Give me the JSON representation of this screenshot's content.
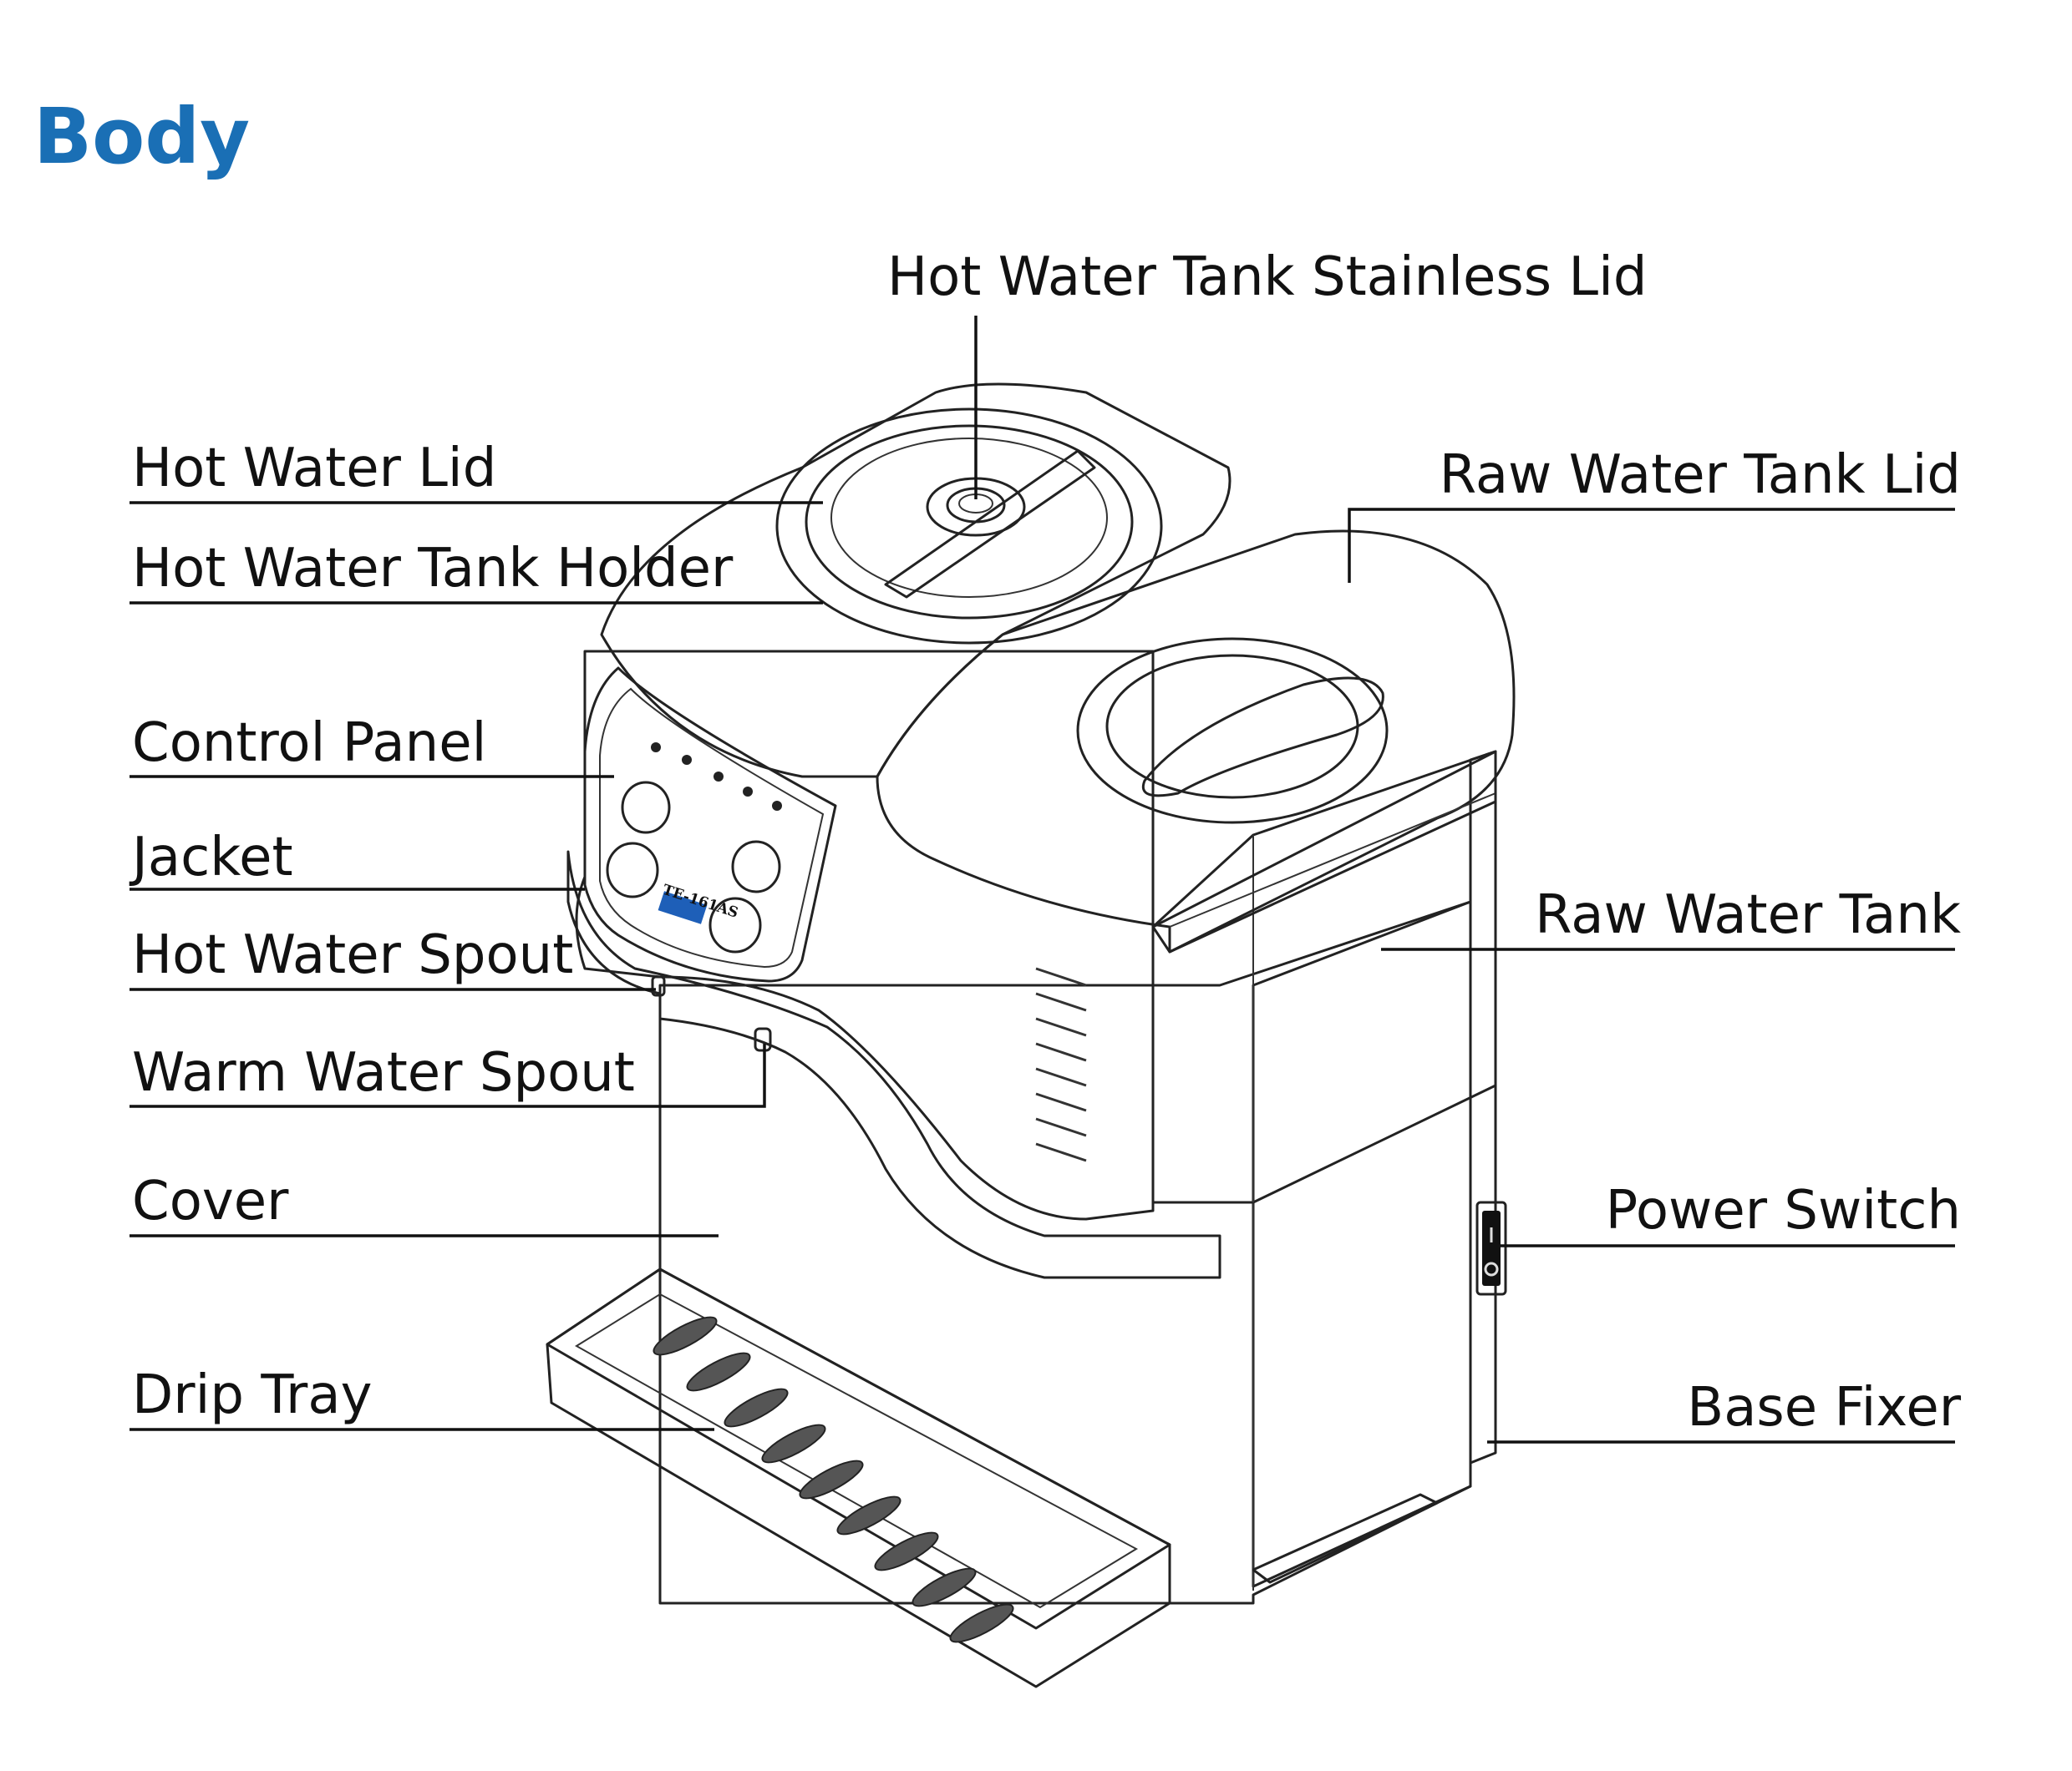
{
  "title": "Body",
  "labels": {
    "hot_water_tank_stainless_lid": "Hot Water Tank Stainless Lid",
    "hot_water_lid": "Hot Water Lid",
    "hot_water_tank_holder": "Hot Water Tank Holder",
    "raw_water_tank_lid": "Raw Water Tank Lid",
    "control_panel": "Control Panel",
    "jacket": "Jacket",
    "hot_water_spout": "Hot Water Spout",
    "warm_water_spout": "Warm Water Spout",
    "raw_water_tank": "Raw Water Tank",
    "cover": "Cover",
    "power_switch": "Power Switch",
    "drip_tray": "Drip Tray",
    "base_fixer": "Base Fixer"
  },
  "panel": {
    "model": "TE-161AS"
  },
  "colors": {
    "title": "#1a6fb5",
    "hot_button": "#e8541e",
    "warm_button": "#1e5fb8",
    "neutral_button": "#e8ecf4",
    "body_light": "#f4f4f4",
    "body_mid": "#dcdcdc",
    "body_dark": "#bdbdbd"
  }
}
